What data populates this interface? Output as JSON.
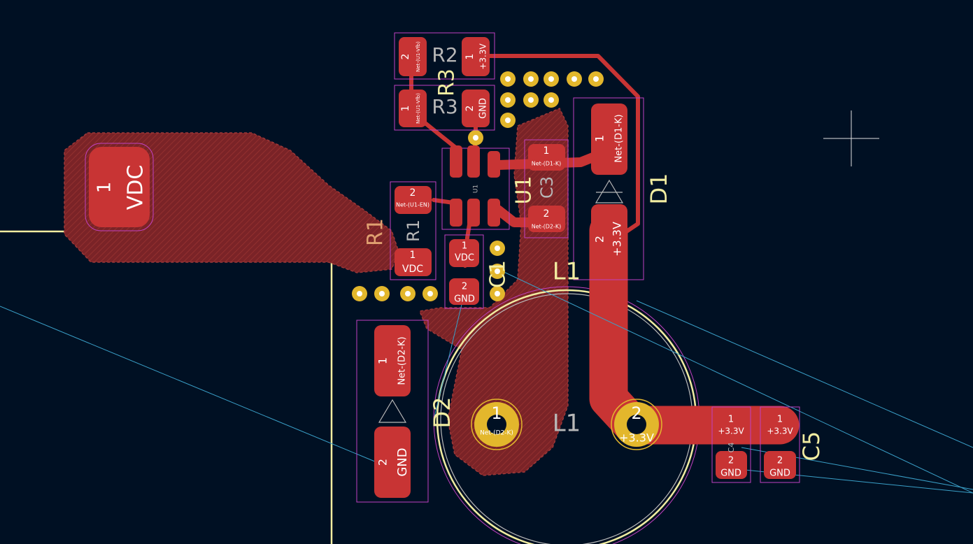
{
  "colors": {
    "background": "#001023",
    "copper": "#c83434",
    "copper_zone": "#7a2327",
    "silkscreen": "#f2eda1",
    "courtyard": "#c040c0",
    "ratsnest": "#3aa0c8",
    "via": "#e3b72c",
    "fab_text": "#b8b8b8",
    "ref_orange": "#e0a070"
  },
  "labels": {
    "vdc_pin": "1",
    "vdc_net": "VDC",
    "r1": "R1",
    "r1_fab": "R1",
    "r2": "R2",
    "r3": "R3",
    "r2_pad2_pin": "2",
    "r2_pad2_net": "Net-(U1-Vfb)",
    "r2_pad1_pin": "1",
    "r2_pad1_net": "+3.3V",
    "r3_pad1_pin": "1",
    "r3_pad1_net": "Net-(U1-Vfb)",
    "r3_pad2_pin": "2",
    "r3_pad2_net": "GND",
    "r1_pad2_pin": "2",
    "r1_pad2_net": "Net-(U1-EN)",
    "r1_pad1_pin": "1",
    "r1_pad1_net": "VDC",
    "u1": "U1",
    "u1_fab": "U1",
    "c1": "C1",
    "c1_pad1_pin": "1",
    "c1_pad1_net": "VDC",
    "c1_pad2_pin": "2",
    "c1_pad2_net": "GND",
    "c3": "C3",
    "c3_pad1_pin": "1",
    "c3_pad1_net": "Net-(D1-K)",
    "c3_pad2_pin": "2",
    "c3_pad2_net": "Net-(D2-K)",
    "d1": "D1",
    "d1_pad1_pin": "1",
    "d1_pad1_net": "Net-(D1-K)",
    "d1_pad2_pin": "2",
    "d1_pad2_net": "+3.3V",
    "d2": "D2",
    "d2_pad1_pin": "1",
    "d2_pad1_net": "Net-(D2-K)",
    "d2_pad2_pin": "2",
    "d2_pad2_net": "GND",
    "l1": "L1",
    "l1_fab": "L1",
    "l1_pad1_pin": "1",
    "l1_pad1_net": "Net-(D2-K)",
    "l1_pad2_pin": "2",
    "l1_pad2_net": "+3.3V",
    "c4": "C4",
    "c4_pad1_pin": "1",
    "c4_pad1_net": "+3.3V",
    "c4_pad2_pin": "2",
    "c4_pad2_net": "GND",
    "c5": "C5",
    "c5_pad1_pin": "1",
    "c5_pad1_net": "+3.3V",
    "c5_pad2_pin": "2",
    "c5_pad2_net": "GND"
  }
}
